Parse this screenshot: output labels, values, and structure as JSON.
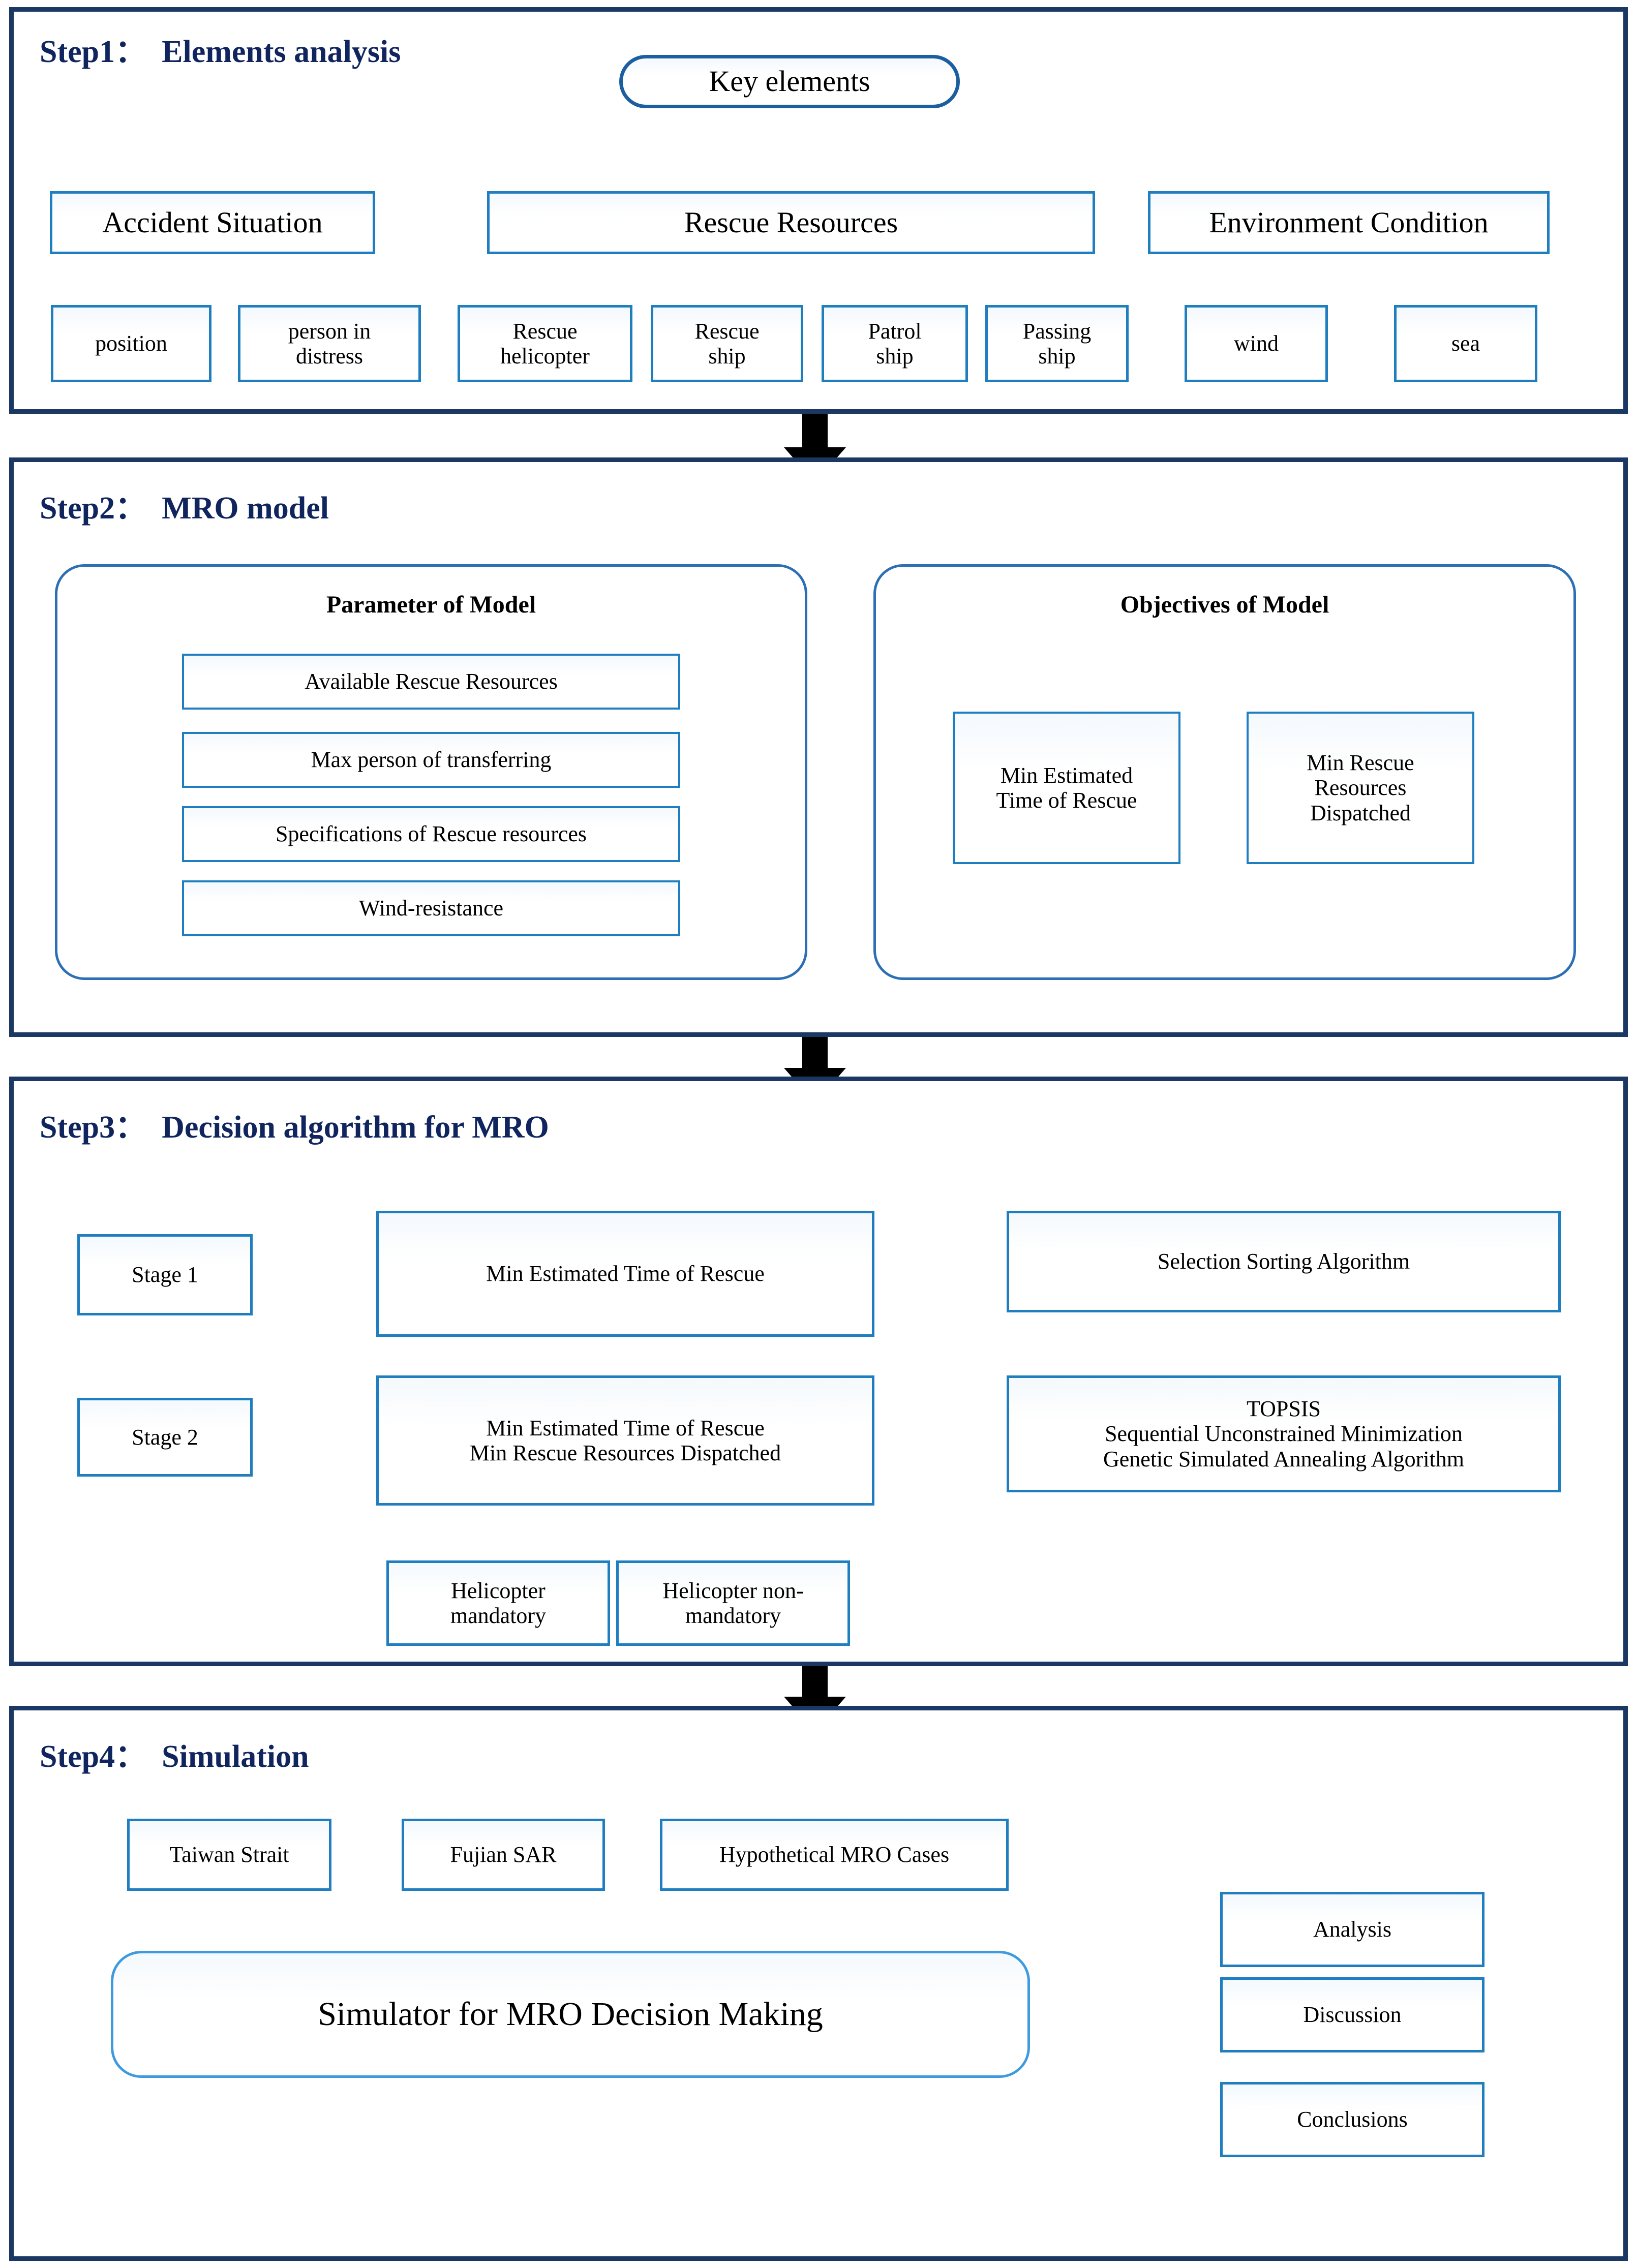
{
  "steps": [
    {
      "num": "Step1：",
      "title": "Elements analysis"
    },
    {
      "num": "Step2：",
      "title": "MRO model"
    },
    {
      "num": "Step3：",
      "title": "Decision algorithm for MRO"
    },
    {
      "num": "Step4：",
      "title": "Simulation"
    }
  ],
  "step1": {
    "root": "Key elements",
    "branches": [
      {
        "label": "Accident Situation",
        "children": [
          "position",
          "person in\ndistress"
        ]
      },
      {
        "label": "Rescue Resources",
        "children": [
          "Rescue\nhelicopter",
          "Rescue\nship",
          "Patrol\nship",
          "Passing\nship"
        ]
      },
      {
        "label": "Environment Condition",
        "children": [
          "wind",
          "sea"
        ]
      }
    ]
  },
  "step2": {
    "parameter_heading": "Parameter of Model",
    "parameters": [
      "Available Rescue Resources",
      "Max person of transferring",
      "Specifications of Rescue resources",
      "Wind-resistance"
    ],
    "objectives_heading": "Objectives of Model",
    "objectives": [
      "Min Estimated\nTime of Rescue",
      "Min Rescue\nResources\nDispatched"
    ]
  },
  "step3": {
    "stage1_label": "Stage 1",
    "stage1_target": "Min Estimated Time of Rescue",
    "stage1_algorithm": "Selection Sorting Algorithm",
    "stage2_label": "Stage 2",
    "stage2_target": "Min Estimated Time of Rescue\nMin Rescue Resources Dispatched",
    "stage2_algorithm": "TOPSIS\nSequential Unconstrained Minimization\nGenetic Simulated Annealing Algorithm",
    "helicopter_mandatory": "Helicopter\nmandatory",
    "helicopter_non_mandatory": "Helicopter non-\nmandatory"
  },
  "step4": {
    "cases": [
      "Taiwan Strait",
      "Fujian SAR",
      "Hypothetical MRO Cases"
    ],
    "simulator": "Simulator for MRO Decision Making",
    "outputs": [
      "Analysis",
      "Discussion",
      "Conclusions"
    ]
  },
  "colors": {
    "container_border": "#1b3864",
    "node_border": "#1f7ec0",
    "connector": "#2288cc",
    "step_title": "#10255e",
    "step_arrow": "#000000"
  }
}
